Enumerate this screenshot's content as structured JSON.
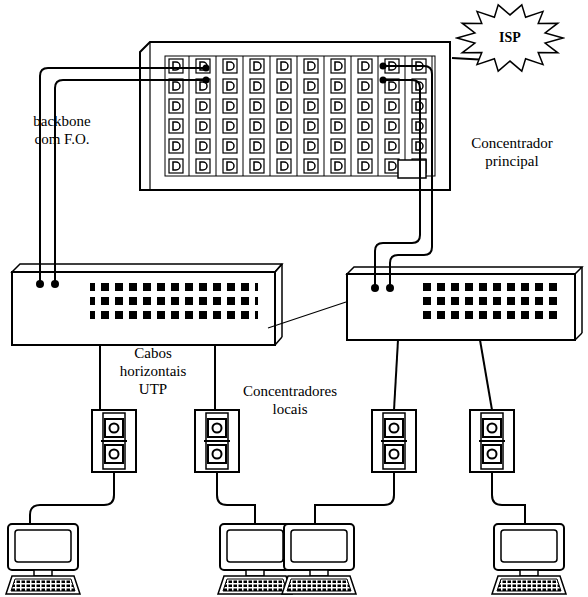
{
  "diagram": {
    "nodes": [
      {
        "text": [
          "ISP"
        ]
      },
      {
        "text": [
          "Concentrador principal"
        ]
      }
    ],
    "edges": [
      {
        "from": 0,
        "to": 1,
        "arrow": "none"
      }
    ],
    "labels": [
      "backbone com F.O.",
      "Cabos horizontais UTP",
      "Concentradores locais"
    ]
  }
}
